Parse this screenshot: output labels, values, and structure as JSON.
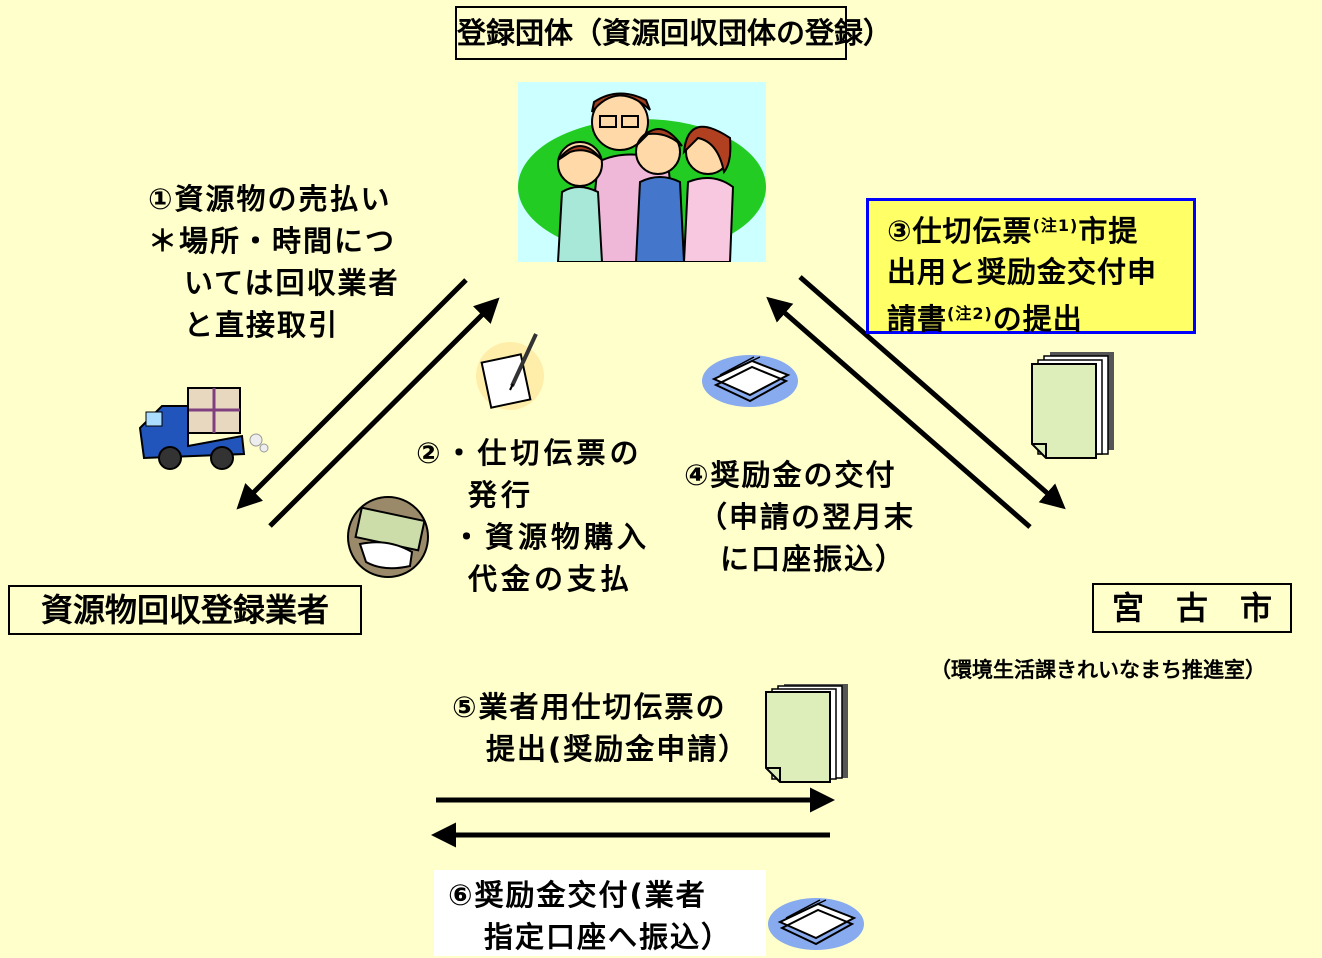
{
  "nodes": {
    "registered_group": "登録団体（資源回収団体の登録）",
    "collector": "資源物回収登録業者",
    "city": "宮　古　市",
    "city_department": "（環境生活課きれいなまち推進室）"
  },
  "steps": {
    "s1": {
      "line1": "①資源物の売払い",
      "line2": "＊場所・時間につ",
      "line3": "いては回収業者",
      "line4": "と直接取引"
    },
    "s2": {
      "line1": "②・仕切伝票の",
      "line2": "発行",
      "line3": "・資源物購入",
      "line4": "代金の支払"
    },
    "s3": {
      "line1a": "③仕切伝票",
      "note1": "(注1)",
      "line1b": "市提",
      "line2": "出用と奨励金交付申",
      "line3a": "請書",
      "note2": "(注2)",
      "line3b": "の提出"
    },
    "s4": {
      "line1": "④奨励金の交付",
      "line2": "（申請の翌月末",
      "line3": "に口座振込）"
    },
    "s5": {
      "line1": "⑤業者用仕切伝票の",
      "line2": "提出(奨励金申請）"
    },
    "s6": {
      "line1": "⑥奨励金交付(業者",
      "line2": "指定口座へ振込）"
    }
  },
  "colors": {
    "background": "#ffffcc",
    "step3_box": "#ffff66",
    "step3_border": "#0000ff",
    "family_ellipse": "#22cc22",
    "family_bg": "#ccffff"
  },
  "icons": [
    "family-clipart",
    "truck-icon",
    "document-pen-icon",
    "money-hand-icon",
    "money-bundle-icon",
    "documents-icon"
  ]
}
